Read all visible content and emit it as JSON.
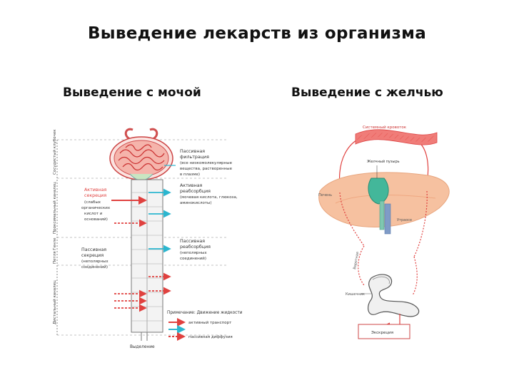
{
  "slide": {
    "title": "Выведение лекарств из организма",
    "left_heading": "Выведение с мочой",
    "right_heading": "Выведение с желчью"
  },
  "kidney_figure": {
    "vertical_labels": [
      "Сосудистый клубочек",
      "Проксимальный каналец",
      "Петля Генле",
      "Дистальный каналец"
    ],
    "left_labels": {
      "active_secretion": [
        "Активная",
        "секреция",
        "(слабых",
        "органических",
        "кислот и",
        "оснований)"
      ],
      "passive_secretion": [
        "Пассивная",
        "секреция",
        "(неполярных",
        "соединений)"
      ]
    },
    "right_labels": {
      "passive_filtration": [
        "Пассивная",
        "фильтрация",
        "(все низкомолекулярные",
        "вещества, растворенные",
        "в плазме)"
      ],
      "active_reabsorption": [
        "Активная",
        "реабсорбция",
        "(мочевая кислота, глюкоза,",
        "аминокислоты)"
      ],
      "passive_reabsorption": [
        "Пассивная",
        "реабсорбция",
        "(неполярных",
        "соединений)"
      ]
    },
    "legend": {
      "title": "Примечание: Движение жидкости",
      "items": [
        "активный транспорт",
        "пассивная диффузия"
      ]
    },
    "bottom_label": "Выделение"
  },
  "bile_figure": {
    "labels": {
      "circulation": "Системный кровоток",
      "gallbladder": "Желчный пузырь",
      "liver": "Печень",
      "bile_duct": "Утраосе",
      "portal": "Воротная",
      "intestine": "Кишечник",
      "excretion": "Экскреция"
    }
  },
  "colors": {
    "red": "#e0413f",
    "cyan": "#2bb6cf",
    "pink": "#f07c78",
    "liver": "#f6c1a0",
    "gallbladder": "#43b79a"
  }
}
